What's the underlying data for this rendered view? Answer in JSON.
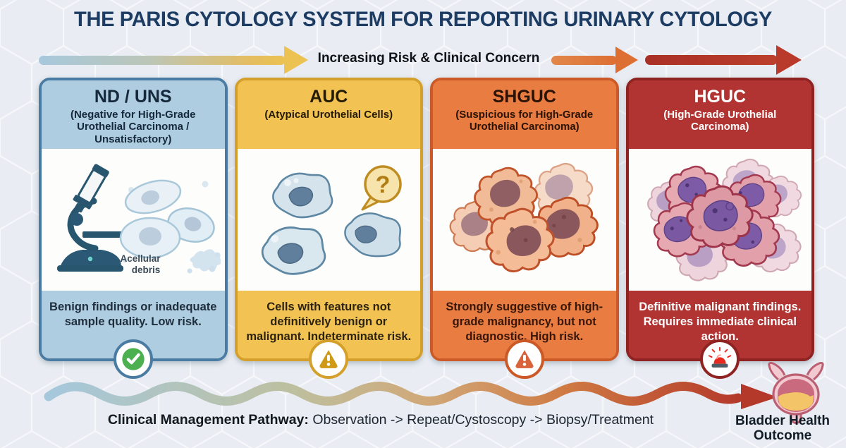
{
  "title": "THE PARIS CYTOLOGY SYSTEM FOR REPORTING URINARY CYTOLOGY",
  "risk_arrow": {
    "label": "Increasing Risk & Clinical Concern",
    "colors": {
      "blue": "#a7c8dc",
      "gold": "#ecc253",
      "orange": "#dd6f33",
      "red": "#b93a2a"
    }
  },
  "cards": [
    {
      "abbr": "ND / UNS",
      "subtitle": "(Negative for High-Grade Urothelial Carcinoma / Unsatisfactory)",
      "description": "Benign findings or inadequate sample quality. Low risk.",
      "annotation_line1": "Acellular",
      "annotation_line2": "debris",
      "icon": "check-circle",
      "colors": {
        "header": "#aecde0",
        "border": "#4a7ba3",
        "header_text": "#16293b",
        "description_text": "#1f2e3d",
        "icon_fill": "#4caf50"
      }
    },
    {
      "abbr": "AUC",
      "subtitle": "(Atypical Urothelial Cells)",
      "description": "Cells with features not definitively benign or malignant. Indeterminate risk.",
      "question_mark": "?",
      "icon": "warning-triangle",
      "colors": {
        "header": "#f2c253",
        "border": "#d4a02b",
        "header_text": "#241b05",
        "description_text": "#2c2310",
        "icon_fill": "#cf9a15"
      }
    },
    {
      "abbr": "SHGUC",
      "subtitle": "(Suspicious for High-Grade Urothelial Carcinoma)",
      "description": "Strongly suggestive of high-grade malignancy, but not diagnostic. High risk.",
      "icon": "warning-triangle",
      "colors": {
        "header": "#e87c41",
        "border": "#cb5a28",
        "header_text": "#2a1204",
        "description_text": "#391708",
        "icon_fill": "#d9633a"
      }
    },
    {
      "abbr": "HGUC",
      "subtitle": "(High-Grade Urothelial Carcinoma)",
      "description": "Definitive malignant findings. Requires immediate clinical action.",
      "icon": "siren",
      "colors": {
        "header": "#b13433",
        "border": "#8e2322",
        "header_text": "#ffffff",
        "description_text": "#ffffff",
        "icon_fill": "#e8291f"
      }
    }
  ],
  "pathway": {
    "bold_label": "Clinical Management Pathway:",
    "steps_label": "Observation -> Repeat/Cystoscopy -> Biopsy/Treatment"
  },
  "outcome": {
    "label": "Bladder Health Outcome"
  },
  "background_color": "#e9edf3",
  "title_color": "#1d3c63"
}
